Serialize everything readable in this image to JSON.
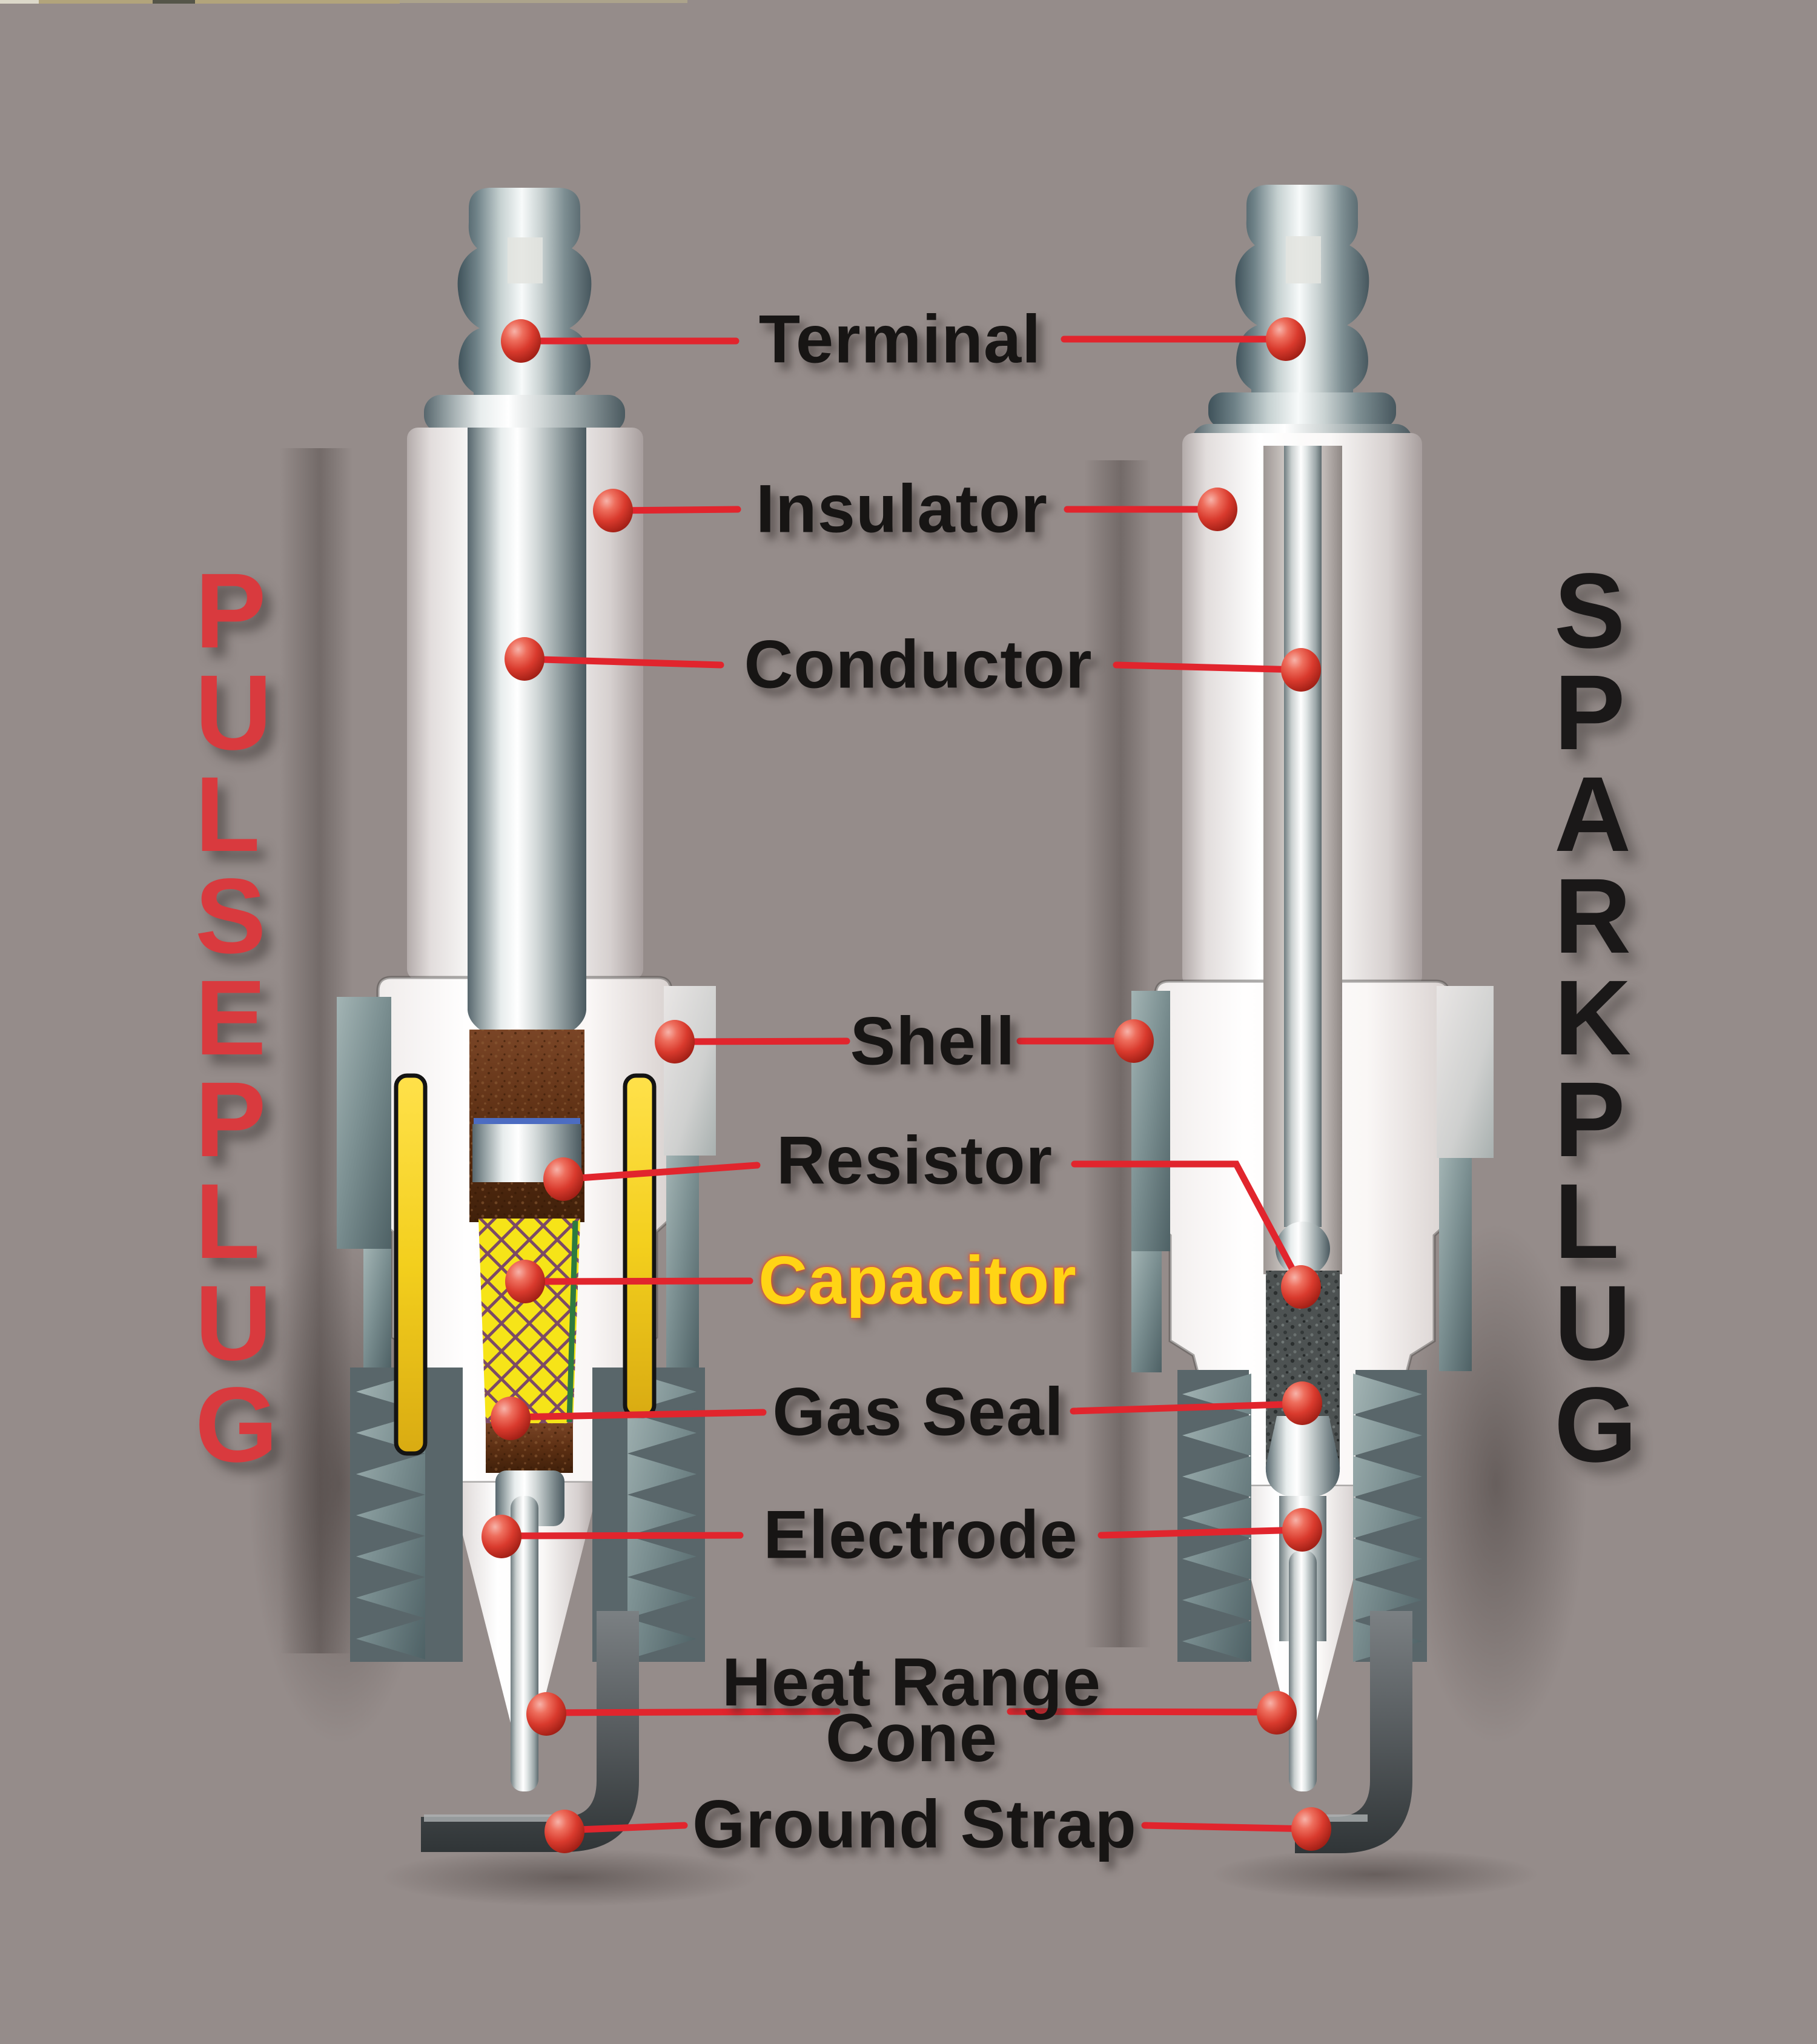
{
  "titles": {
    "left": "PULSE PLUG",
    "right": "SPARK PLUG"
  },
  "labels": {
    "terminal": "Terminal",
    "insulator": "Insulator",
    "conductor": "Conductor",
    "shell": "Shell",
    "resistor": "Resistor",
    "capacitor": "Capacitor",
    "gas_seal": "Gas Seal",
    "electrode": "Electrode",
    "heat_range_cone": "Heat Range Cone",
    "ground_strap": "Ground Strap"
  },
  "colors": {
    "background": "#958c8a",
    "callout_red": "#e1252d",
    "label_black": "#171514",
    "capacitor_yellow": "#ffd415",
    "capacitor_mesh_purple": "#7c4a66",
    "pulse_title_red": "#d93a3e",
    "spark_title_black": "#1a1818",
    "ceramic_white": "#f7f4f3",
    "shell_metal_teal": "#7c9092",
    "resistor_brown": "#5c2f13",
    "ground_strap_gray": "#5a5f62"
  }
}
